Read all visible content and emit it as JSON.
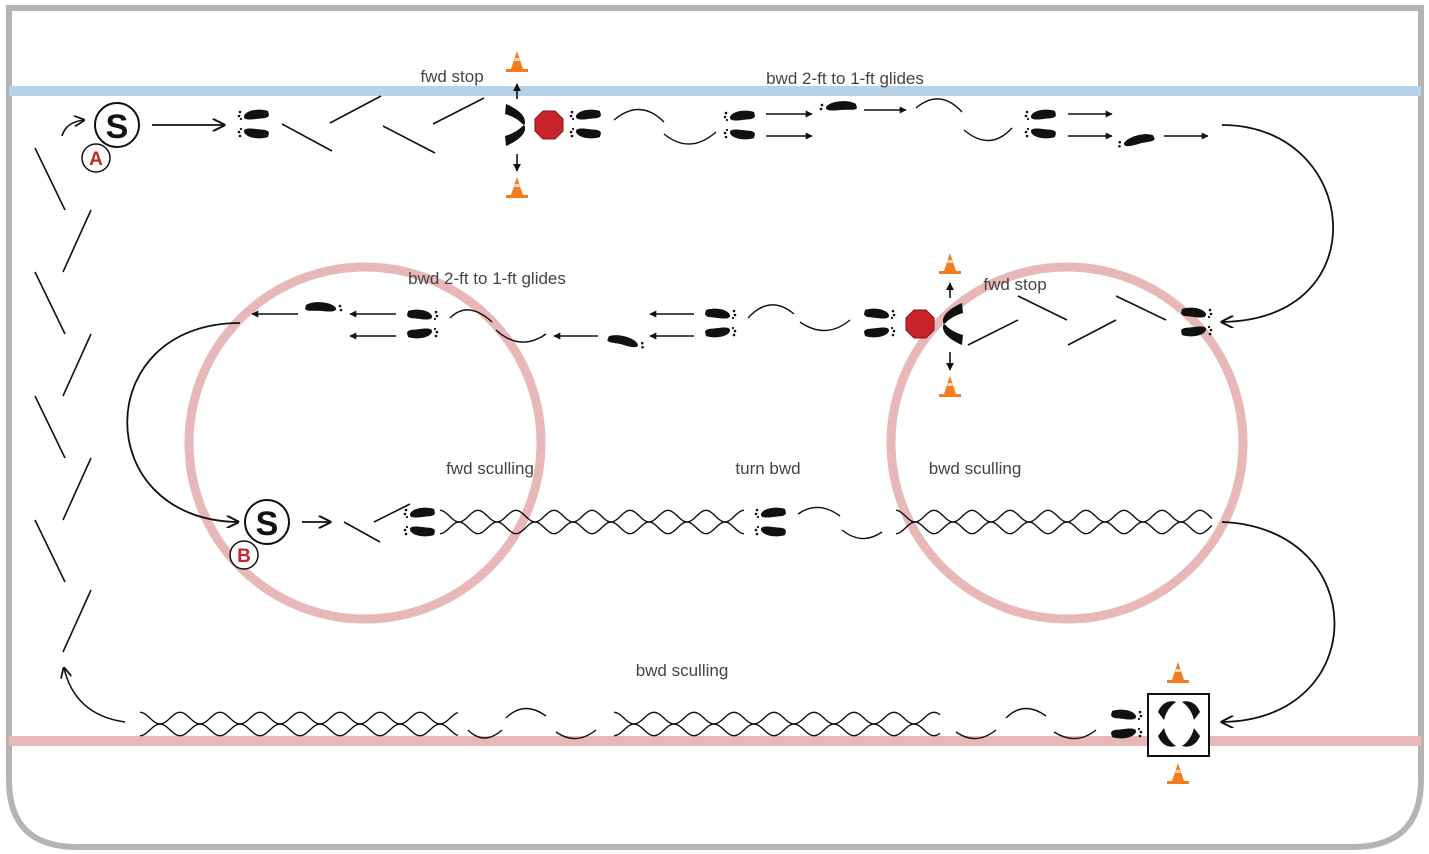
{
  "diagram": {
    "labels": {
      "fwd_stop_top": "fwd stop",
      "bwd_glides_top": "bwd 2-ft to 1-ft glides",
      "bwd_glides_middle": "bwd 2-ft to 1-ft glides",
      "fwd_stop_middle": "fwd stop",
      "fwd_sculling": "fwd sculling",
      "turn_bwd": "turn bwd",
      "bwd_sculling_middle": "bwd sculling",
      "bwd_sculling_bottom": "bwd sculling"
    },
    "start_markers": [
      {
        "symbol": "S",
        "station": "A"
      },
      {
        "symbol": "S",
        "station": "B"
      }
    ],
    "colors": {
      "rink_border": "#b4b4b4",
      "blue_line": "#b8d3e8",
      "red_line": "#e8b7b8",
      "faceoff_circle": "#e8b7b8",
      "station_red": "#c8232b",
      "stop_sign": "#c8232b",
      "cone": "#f47c20",
      "ink": "#111111",
      "label_text": "#444444"
    },
    "icons": [
      "start-marker-icon",
      "station-badge-icon",
      "skate-icon",
      "stop-sign-icon",
      "cone-icon",
      "arrow-icon",
      "sculling-wave-icon",
      "glide-stride-icon"
    ]
  }
}
